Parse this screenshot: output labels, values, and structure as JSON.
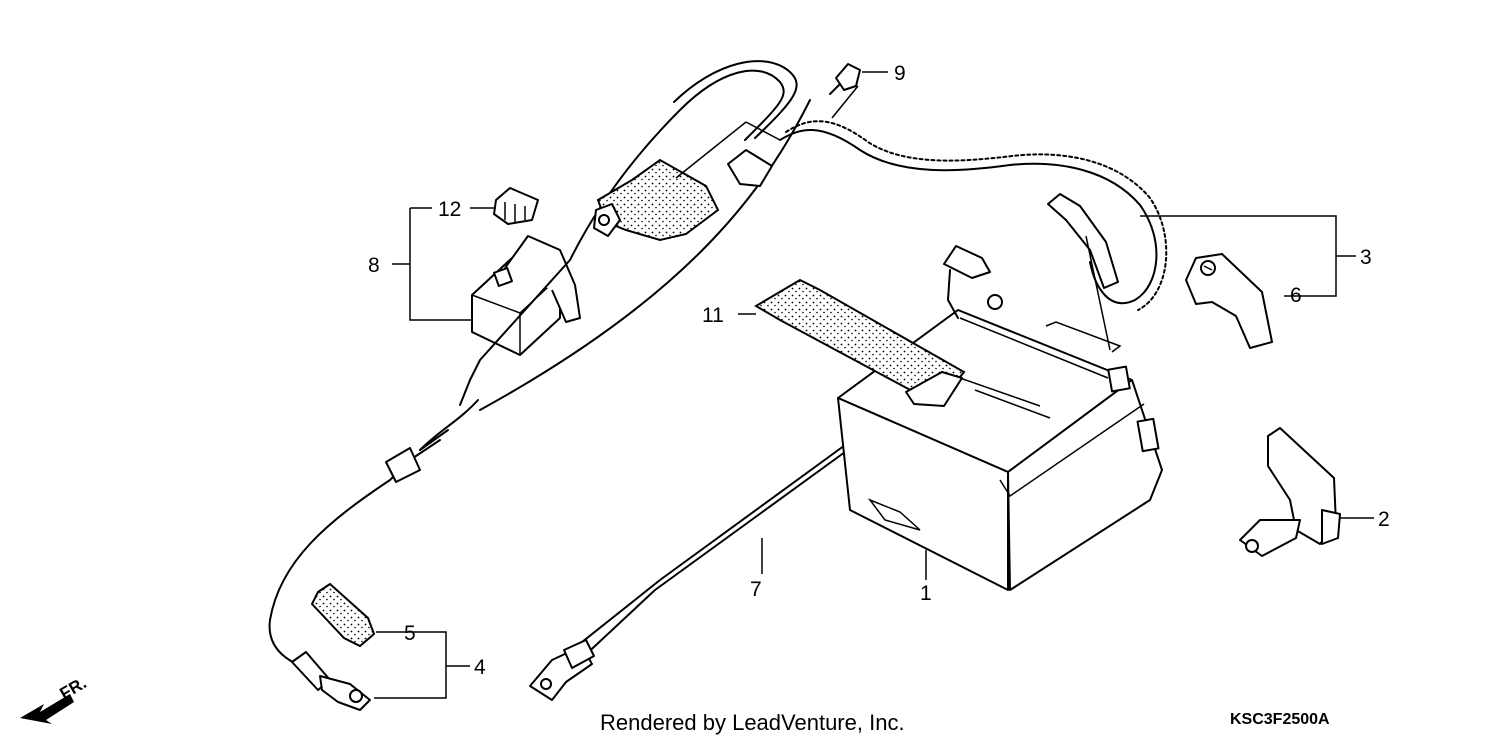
{
  "callouts": {
    "c1": "1",
    "c2": "2",
    "c3": "3",
    "c4": "4",
    "c5": "5",
    "c6": "6",
    "c7": "7",
    "c8": "8",
    "c9": "9",
    "c11": "11",
    "c12": "12"
  },
  "direction_label": "FR.",
  "footer": {
    "credit": "Rendered by LeadVenture, Inc.",
    "diagram_code": "KSC3F2500A"
  },
  "icons": [
    "front-direction-arrow-icon"
  ]
}
